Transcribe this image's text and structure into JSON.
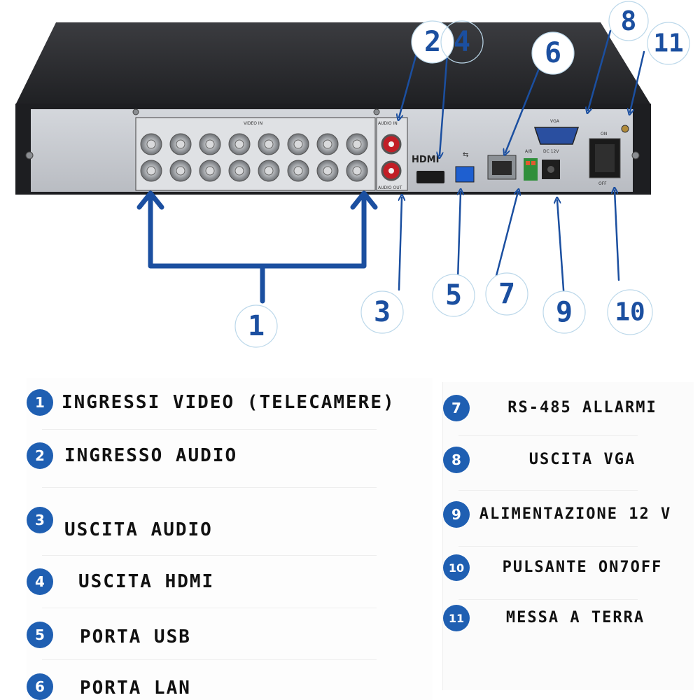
{
  "callouts": [
    {
      "id": "1",
      "text": "1"
    },
    {
      "id": "2",
      "text": "2"
    },
    {
      "id": "4",
      "text": "4"
    },
    {
      "id": "6",
      "text": "6"
    },
    {
      "id": "8",
      "text": "8"
    },
    {
      "id": "11",
      "text": "11"
    },
    {
      "id": "3",
      "text": "3"
    },
    {
      "id": "5",
      "text": "5"
    },
    {
      "id": "7",
      "text": "7"
    },
    {
      "id": "9",
      "text": "9"
    },
    {
      "id": "10",
      "text": "10"
    }
  ],
  "device_labels": {
    "video_in": "VIDEO IN",
    "audio_in": "AUDIO IN",
    "audio_out": "AUDIO OUT",
    "hdmi": "HDMI",
    "vga": "VGA",
    "ab": "A/B",
    "dc12v": "DC 12V",
    "on": "ON",
    "off": "OFF"
  },
  "legend": {
    "left": [
      {
        "num": "1",
        "label": "INGRESSI VIDEO (TELECAMERE)"
      },
      {
        "num": "2",
        "label": "INGRESSO AUDIO"
      },
      {
        "num": "3",
        "label": "USCITA AUDIO"
      },
      {
        "num": "4",
        "label": "USCITA HDMI"
      },
      {
        "num": "5",
        "label": "PORTA USB"
      },
      {
        "num": "6",
        "label": "PORTA LAN"
      }
    ],
    "right": [
      {
        "num": "7",
        "label": "RS-485 ALLARMI"
      },
      {
        "num": "8",
        "label": "USCITA VGA"
      },
      {
        "num": "9",
        "label": "ALIMENTAZIONE 12 V"
      },
      {
        "num": "10",
        "label": "PULSANTE ON7OFF"
      },
      {
        "num": "11",
        "label": "MESSA A TERRA"
      }
    ]
  },
  "colors": {
    "arrow": "#1b4fa0",
    "badge": "#1f5fb2",
    "chassis_top": "#2e2f33",
    "panel": "#c9ccd1"
  }
}
